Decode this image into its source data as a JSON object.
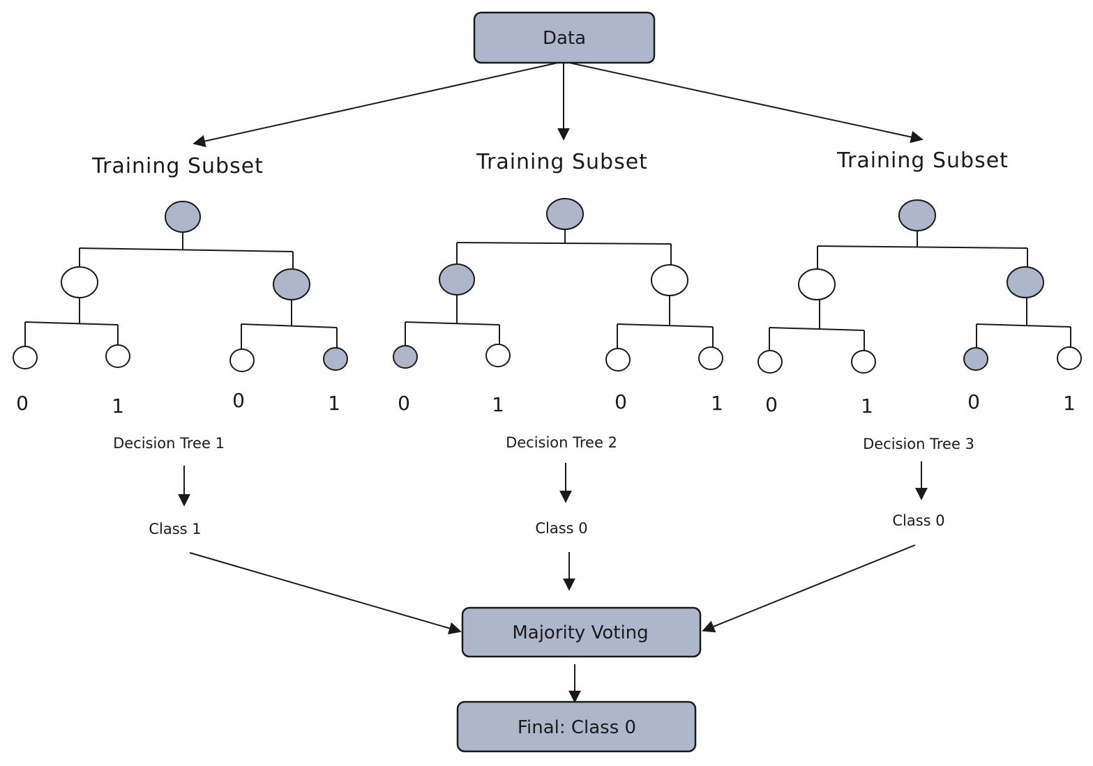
{
  "data_box": {
    "label": "Data"
  },
  "trees": [
    {
      "subset_label": "Training Subset",
      "tree_label": "Decision Tree 1",
      "class_label": "Class 1",
      "leaves": [
        "0",
        "1",
        "0",
        "1"
      ]
    },
    {
      "subset_label": "Training Subset",
      "tree_label": "Decision Tree 2",
      "class_label": "Class 0",
      "leaves": [
        "0",
        "1",
        "0",
        "1"
      ]
    },
    {
      "subset_label": "Training Subset",
      "tree_label": "Decision Tree 3",
      "class_label": "Class 0",
      "leaves": [
        "0",
        "1",
        "0",
        "1"
      ]
    }
  ],
  "voting_box": {
    "label": "Majority Voting"
  },
  "final_box": {
    "label": "Final: Class 0"
  },
  "colors": {
    "box_fill": "#aeb7c9",
    "node_fill": "#aeb7c9",
    "stroke": "#1a1a1a"
  }
}
